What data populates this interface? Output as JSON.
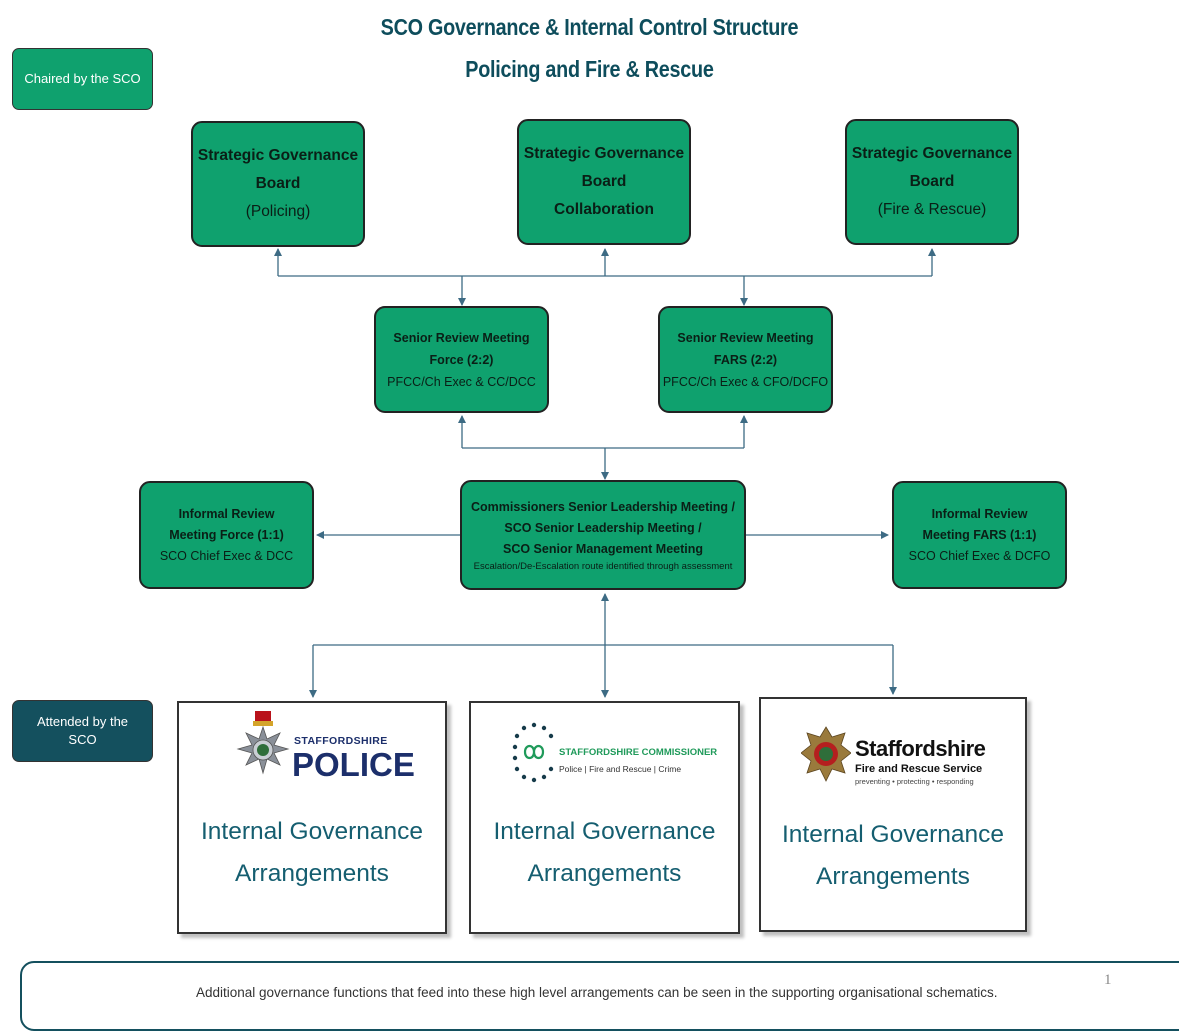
{
  "title": {
    "line1": "SCO Governance & Internal Control Structure",
    "line2": "Policing and Fire & Rescue"
  },
  "legend": {
    "chaired": "Chaired by the SCO",
    "attended_line1": "Attended by the",
    "attended_line2": "SCO"
  },
  "strategic_boards": [
    {
      "l1": "Strategic Governance",
      "l2": "Board",
      "l3": "(Policing)"
    },
    {
      "l1": "Strategic Governance",
      "l2": "Board",
      "l3": "Collaboration"
    },
    {
      "l1": "Strategic Governance",
      "l2": "Board",
      "l3": "(Fire & Rescue)"
    }
  ],
  "senior_review": [
    {
      "l1": "Senior Review Meeting",
      "l2": "Force (2:2)",
      "l3": "PFCC/Ch Exec & CC/DCC"
    },
    {
      "l1": "Senior Review Meeting",
      "l2": "FARS (2:2)",
      "l3": "PFCC/Ch Exec & CFO/DCFO"
    }
  ],
  "informal_review": [
    {
      "l1": "Informal Review",
      "l2": "Meeting Force (1:1)",
      "l3": "SCO Chief Exec & DCC"
    },
    {
      "l1": "Informal Review",
      "l2": "Meeting FARS (1:1)",
      "l3": "SCO Chief Exec & DCFO"
    }
  ],
  "commissioners": {
    "l1": "Commissioners Senior Leadership Meeting  /",
    "l2": "SCO Senior Leadership Meeting /",
    "l3": "SCO Senior Management Meeting",
    "l4": "Escalation/De-Escalation route identified through  assessment"
  },
  "orgs": [
    {
      "logo_top": "STAFFORDSHIRE",
      "logo_main": "POLICE",
      "line1": "Internal Governance",
      "line2": "Arrangements"
    },
    {
      "logo_top": "STAFFORDSHIRE COMMISSIONER",
      "logo_sub": "Police | Fire and Rescue | Crime",
      "line1": "Internal Governance",
      "line2": "Arrangements"
    },
    {
      "logo_main": "Staffordshire",
      "logo_sub": "Fire and Rescue Service",
      "logo_tag": "preventing • protecting • responding",
      "line1": "Internal Governance",
      "line2": "Arrangements"
    }
  ],
  "footer": {
    "text": "Additional governance functions that feed into these high level arrangements can be seen in the supporting organisational schematics.",
    "page_number": "1"
  },
  "colors": {
    "node_green": "#0fa16e",
    "legend_teal": "#14505e",
    "connector": "#3d6b84",
    "title": "#0e4d5c",
    "org_text": "#155e70"
  },
  "icons": [
    "police-crest-icon",
    "commissioner-logo-icon",
    "fire-rescue-crest-icon"
  ]
}
